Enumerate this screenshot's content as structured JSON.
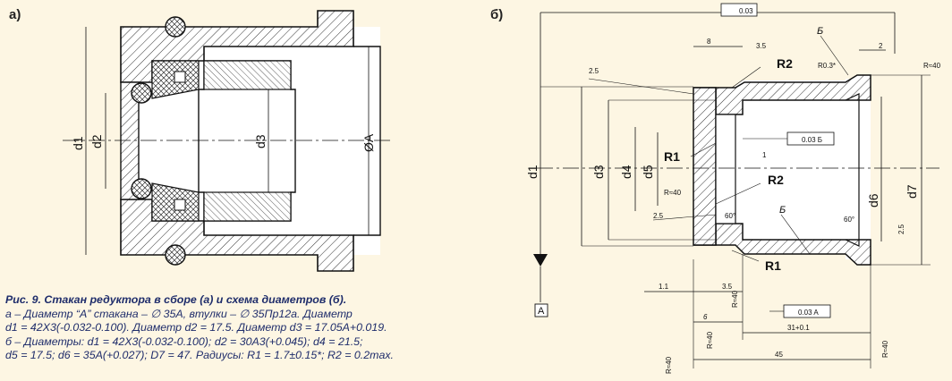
{
  "panel_a_label": "а)",
  "panel_b_label": "б)",
  "a": {
    "d1": "d1",
    "d2": "d2",
    "d3": "d3",
    "phiA": "ØA"
  },
  "b": {
    "d1": "d1",
    "d3": "d3",
    "d4": "d4",
    "d5": "d5",
    "d6": "d6",
    "d7": "d7",
    "R1_top": "R1",
    "R1_bottom": "R1",
    "R2_top": "R2",
    "R2_mid": "R2",
    "B_top": "Б",
    "B_mid": "Б",
    "datum_A": "A",
    "runout": "0.03",
    "perp_B": "0.03 Б",
    "perp_A": "0.03 A",
    "dim_8": "8",
    "dim_3_5_top": "3.5",
    "dim_2": "2",
    "dim_2_5_top": "2.5",
    "dim_2_5_mid": "2.5",
    "dim_2_5_right": "2.5",
    "dim_1": "1",
    "dim_1_1": "1.1",
    "dim_3_5_bot": "3.5",
    "dim_6": "6",
    "dim_31": "31+0.1",
    "dim_45": "45",
    "r03": "R0.3*",
    "r40_a": "R≈40",
    "r40_b": "R≈40",
    "r40_c": "R≈40",
    "r40_d": "R≈40",
    "r40_e": "R≈40",
    "r40_f": "R≈40",
    "ang60_a": "60°",
    "ang60_b": "60°"
  },
  "caption": {
    "title": "Рис. 9. Стакан редуктора в сборе (а) и схема диаметров (б).",
    "line1": "а – Диаметр “А” стакана – ∅ 35А, втулки – ∅ 35Пр12а. Диаметр",
    "line2": "d1 = 42Х3(-0.032-0.100). Диаметр d2 = 17.5. Диаметр d3 = 17.05А+0.019.",
    "line3": "б – Диаметры: d1 = 42Х3(-0.032-0.100); d2 = 30А3(+0.045); d4 = 21.5;",
    "line4": "d5 = 17.5; d6 = 35А(+0.027); D7 = 47. Радиусы: R1 = 1.7±0.15*; R2 = 0.2max."
  }
}
